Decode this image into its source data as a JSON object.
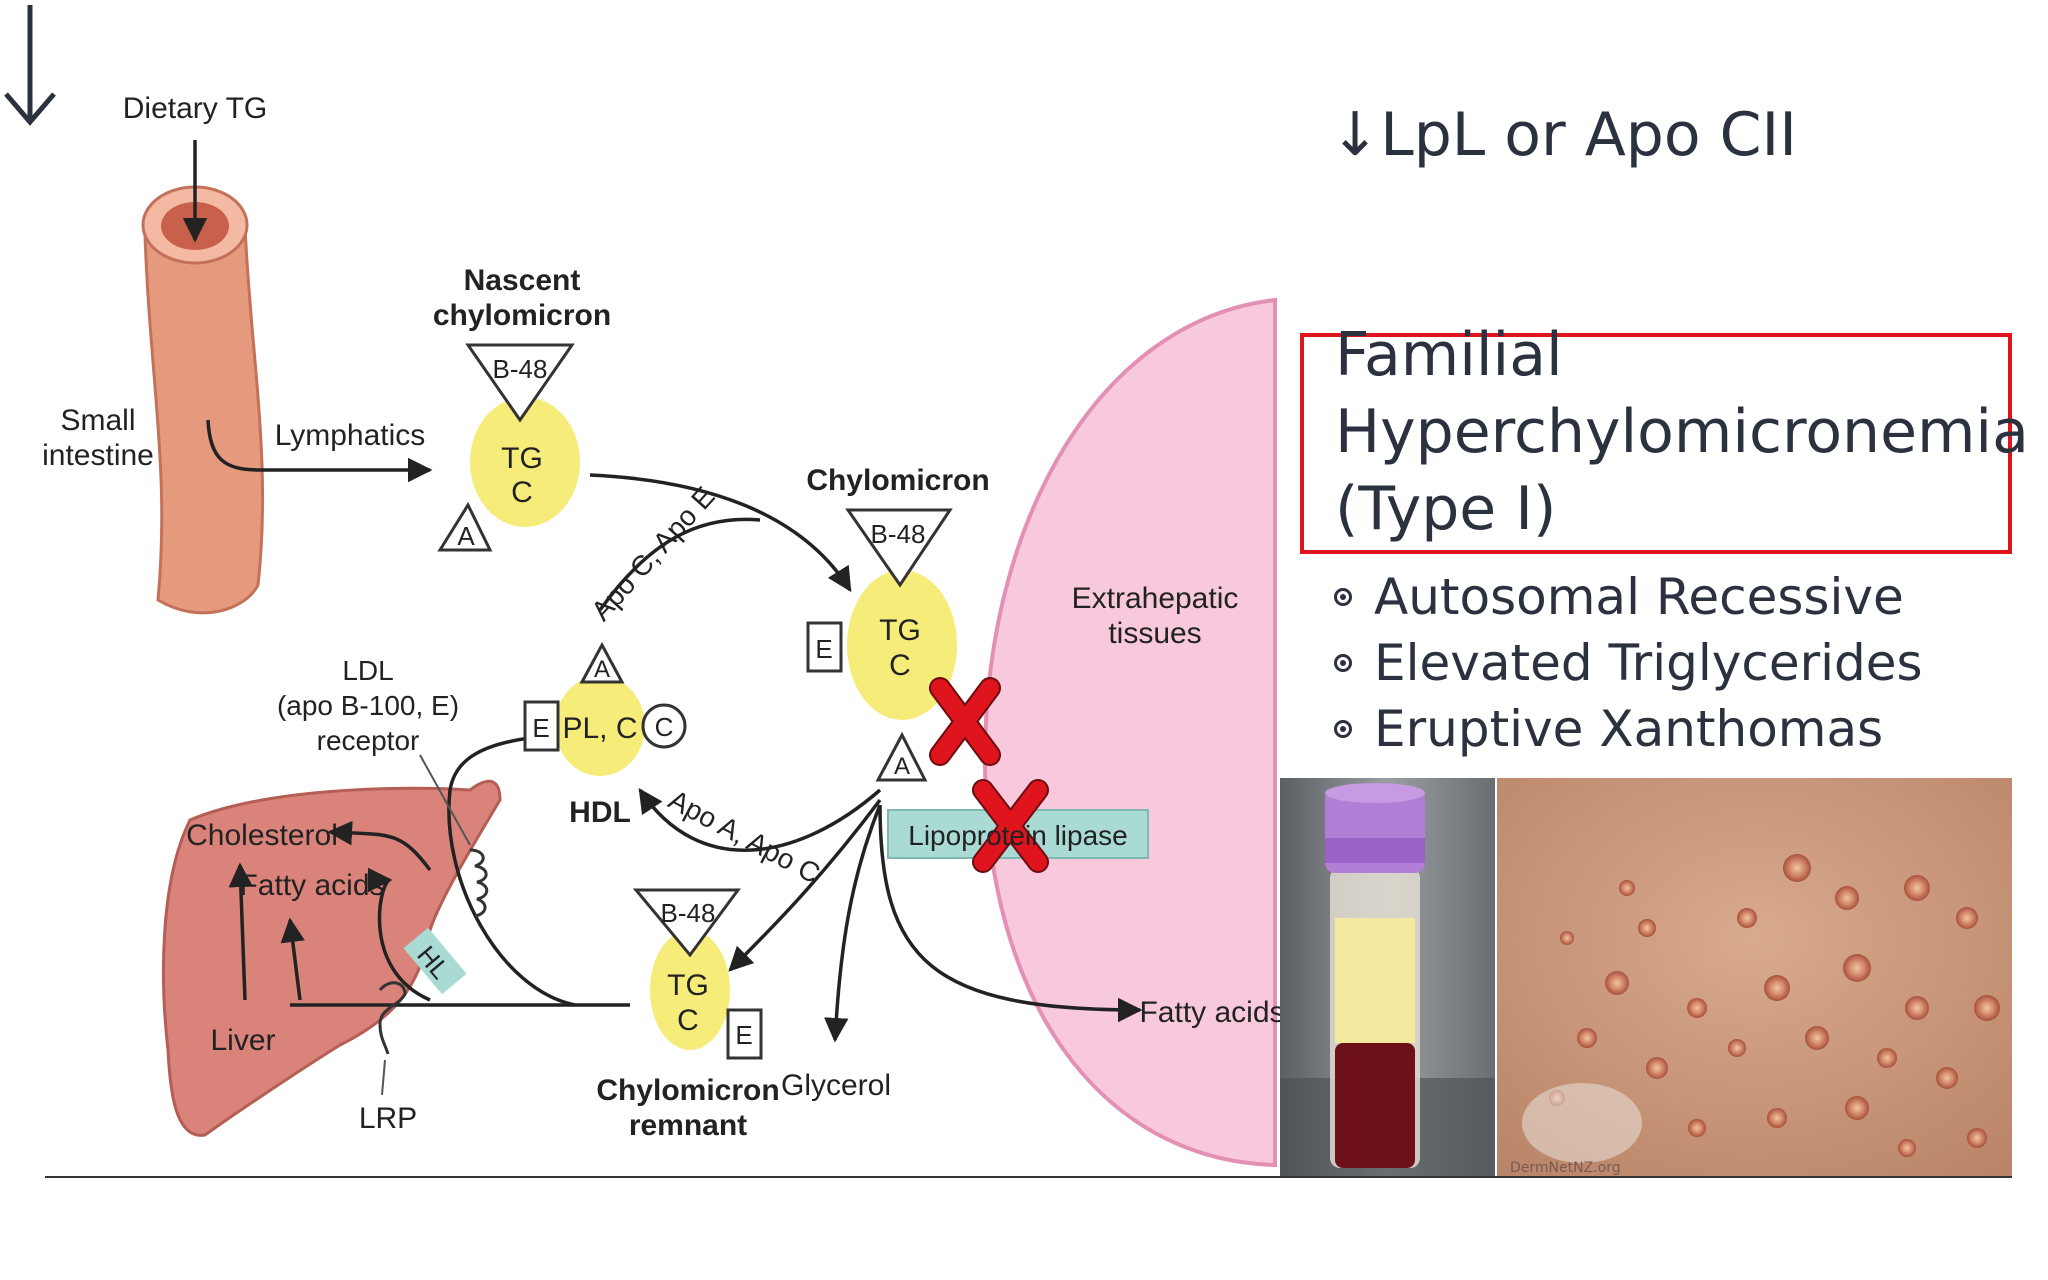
{
  "slide": {
    "cause": "↓LpL or Apo CII",
    "title_lines": [
      "Familial",
      "Hyperchylomicronemia",
      "(Type I)"
    ],
    "bullets": [
      "Autosomal Recessive",
      "Elevated Triglycerides",
      "Eruptive Xanthomas"
    ],
    "highlight_color": "#e0141c",
    "photo_watermark": "DermNetNZ.org"
  },
  "diagram": {
    "dietary_tg": "Dietary TG",
    "small_intestine": [
      "Small",
      "intestine"
    ],
    "lymphatics": "Lymphatics",
    "nascent_chylomicron": [
      "Nascent",
      "chylomicron"
    ],
    "chylomicron": "Chylomicron",
    "apo_ce": "Apo C, Apo E",
    "apo_ac": "Apo A, Apo C",
    "extrahepatic": [
      "Extrahepatic",
      "tissues"
    ],
    "ldl_receptor": [
      "LDL",
      "(apo B-100, E)",
      "receptor"
    ],
    "hdl": "HDL",
    "hdl_core": "PL, C",
    "cholesterol": "Cholesterol",
    "fatty_acids_liver": "Fatty acids",
    "hl": "HL",
    "liver": "Liver",
    "lrp": "LRP",
    "chylomicron_remnant": [
      "Chylomicron",
      "remnant"
    ],
    "glycerol": "Glycerol",
    "fatty_acids_tissue": "Fatty acids",
    "lipoprotein_lipase": "Lipoprotein lipase",
    "b48": "B-48",
    "tg": "TG",
    "c": "C",
    "apo_a": "A",
    "apo_e": "E",
    "apo_c": "C",
    "colors": {
      "particle": "#f5ec7a",
      "intestine": "#e59a7e",
      "liver": "#d9837a",
      "tissue": "#f8c9dc",
      "lipase_bar": "#a9dad4",
      "x_mark": "#e0141c"
    }
  }
}
